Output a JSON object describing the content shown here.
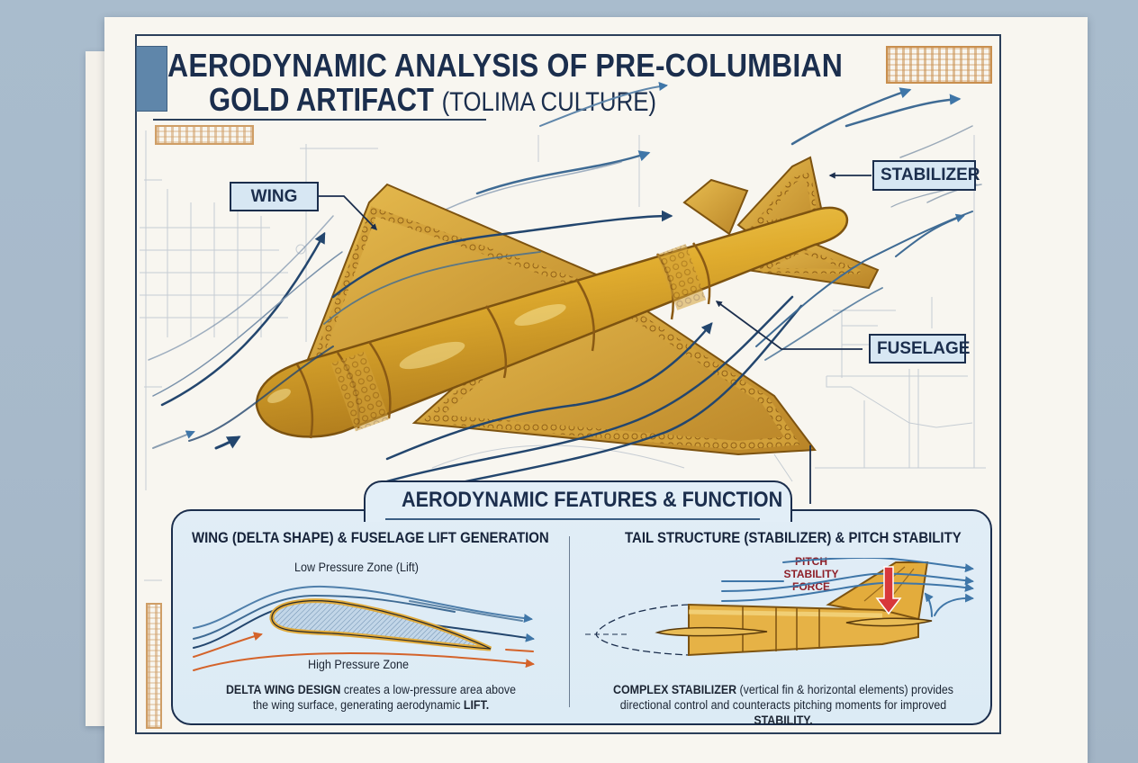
{
  "title": {
    "line1": "AERODYNAMIC ANALYSIS OF PRE-COLUMBIAN",
    "line2_main": "GOLD ARTIFACT",
    "line2_sub": "(TOLIMA CULTURE)"
  },
  "callouts": {
    "wing": "WING",
    "stabilizer": "STABILIZER",
    "fuselage": "FUSELAGE"
  },
  "panel": {
    "title": "AERODYNAMIC FEATURES & FUNCTION",
    "left": {
      "heading": "WING (DELTA SHAPE) & FUSELAGE LIFT GENERATION",
      "low_pressure_label": "Low Pressure Zone (Lift)",
      "high_pressure_label": "High Pressure Zone",
      "desc_bold1": "DELTA WING DESIGN",
      "desc_text1": " creates a low-pressure area above",
      "desc_text2": "the wing surface, generating aerodynamic ",
      "desc_bold2": "LIFT."
    },
    "right": {
      "heading": "TAIL STRUCTURE (STABILIZER) & PITCH STABILITY",
      "force_label_1": "PITCH",
      "force_label_2": "STABILITY",
      "force_label_3": "FORCE",
      "desc_bold1": "COMPLEX STABILIZER",
      "desc_text1": " (vertical fin & horizontal elements) provides",
      "desc_text2": "directional control and counteracts pitching moments for improved ",
      "desc_bold2": "STABILITY."
    }
  },
  "colors": {
    "navy": "#1b2e4d",
    "gold": "#d9a630",
    "airflow_blue": "#2f5f8a",
    "airflow_orange": "#d4632a",
    "force_red": "#d8383a",
    "panel_bg": "#dcebf5",
    "paper": "#f8f6f0",
    "background": "#a9bccd"
  }
}
